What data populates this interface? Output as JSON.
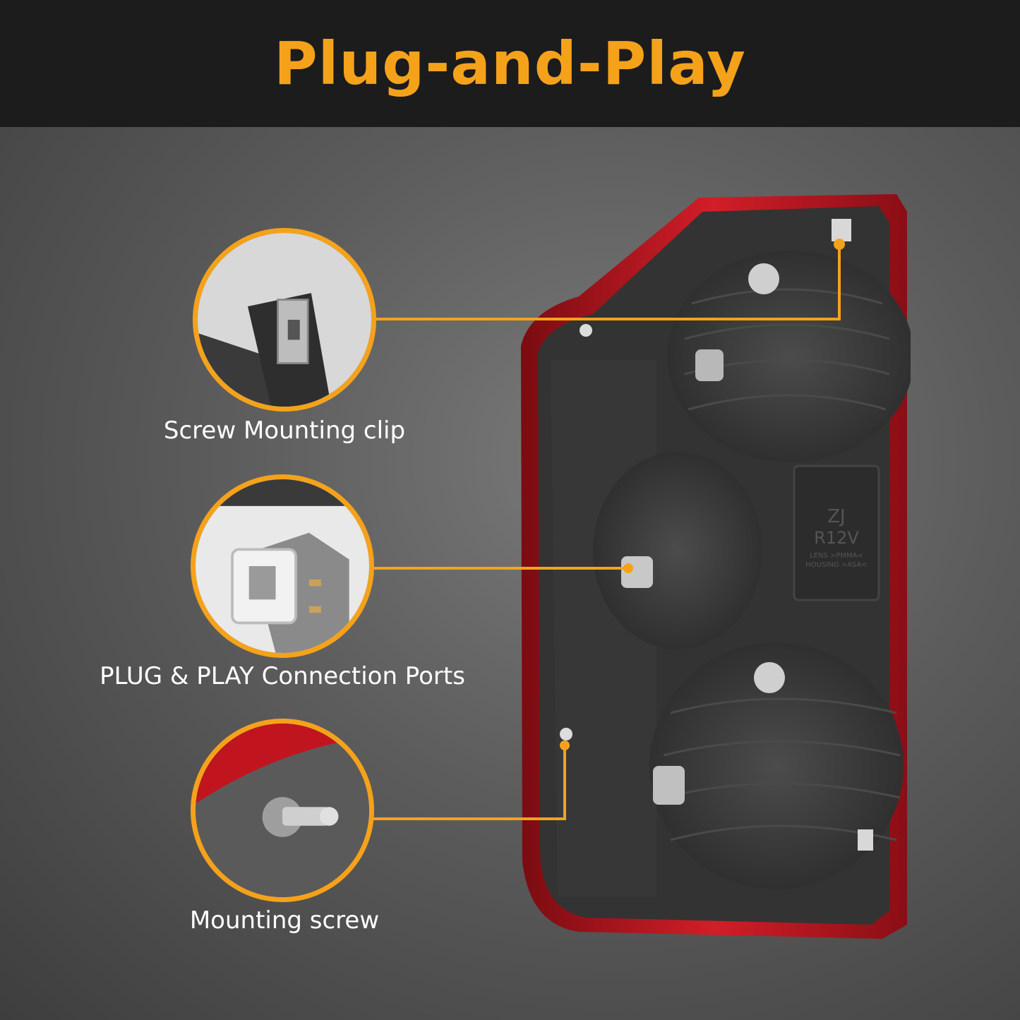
{
  "header": {
    "title": "Plug-and-Play"
  },
  "callouts": [
    {
      "label": "Screw Mounting clip"
    },
    {
      "label": "PLUG & PLAY Connection Ports"
    },
    {
      "label": "Mounting screw"
    }
  ],
  "lamp_markings": {
    "code": "ZJ",
    "voltage": "R12V",
    "lens": "LENS >PMMA<",
    "housing": "HOUSING >ASA<"
  },
  "colors": {
    "accent": "#f5a21b",
    "header_bg": "#1c1c1c",
    "lens_red": "#c0151f"
  }
}
